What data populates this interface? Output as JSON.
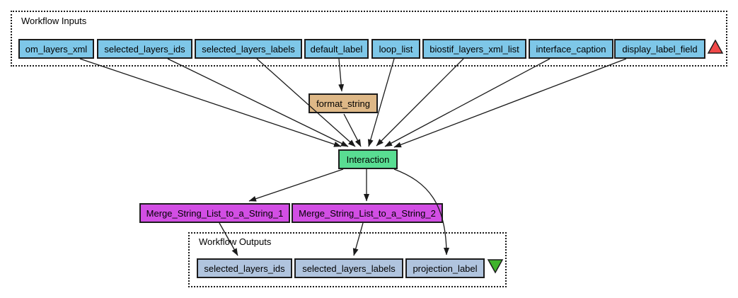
{
  "diagram": {
    "inputs_group": {
      "title": "Workflow Inputs",
      "ports": [
        "om_layers_xml",
        "selected_layers_ids",
        "selected_layers_labels",
        "default_label",
        "loop_list",
        "biostif_layers_xml_list",
        "interface_caption",
        "display_label_field"
      ]
    },
    "processors": {
      "format_string": "format_string",
      "interaction": "Interaction",
      "merge1": "Merge_String_List_to_a_String_1",
      "merge2": "Merge_String_List_to_a_String_2"
    },
    "outputs_group": {
      "title": "Workflow Outputs",
      "ports": [
        "selected_layers_ids",
        "selected_layers_labels",
        "projection_label"
      ]
    },
    "colors": {
      "input_port_fill": "#7ec7e8",
      "output_port_fill": "#b0c4de",
      "format_string_fill": "#deb887",
      "interaction_fill": "#59dd92",
      "merge_fill": "#d24ee4",
      "input_marker_fill": "#f04848",
      "output_marker_fill": "#3fb32b",
      "edge_color": "#1a1a1a"
    },
    "edges": [
      {
        "from": "om_layers_xml",
        "to": "Interaction"
      },
      {
        "from": "selected_layers_ids",
        "to": "Interaction"
      },
      {
        "from": "selected_layers_labels",
        "to": "Interaction"
      },
      {
        "from": "default_label",
        "to": "format_string"
      },
      {
        "from": "format_string",
        "to": "Interaction"
      },
      {
        "from": "loop_list",
        "to": "Interaction"
      },
      {
        "from": "biostif_layers_xml_list",
        "to": "Interaction"
      },
      {
        "from": "interface_caption",
        "to": "Interaction"
      },
      {
        "from": "display_label_field",
        "to": "Interaction"
      },
      {
        "from": "Interaction",
        "to": "Merge_String_List_to_a_String_1"
      },
      {
        "from": "Interaction",
        "to": "Merge_String_List_to_a_String_2"
      },
      {
        "from": "Interaction",
        "to": "projection_label"
      },
      {
        "from": "Merge_String_List_to_a_String_1",
        "to": "selected_layers_ids"
      },
      {
        "from": "Merge_String_List_to_a_String_2",
        "to": "selected_layers_labels"
      }
    ]
  }
}
